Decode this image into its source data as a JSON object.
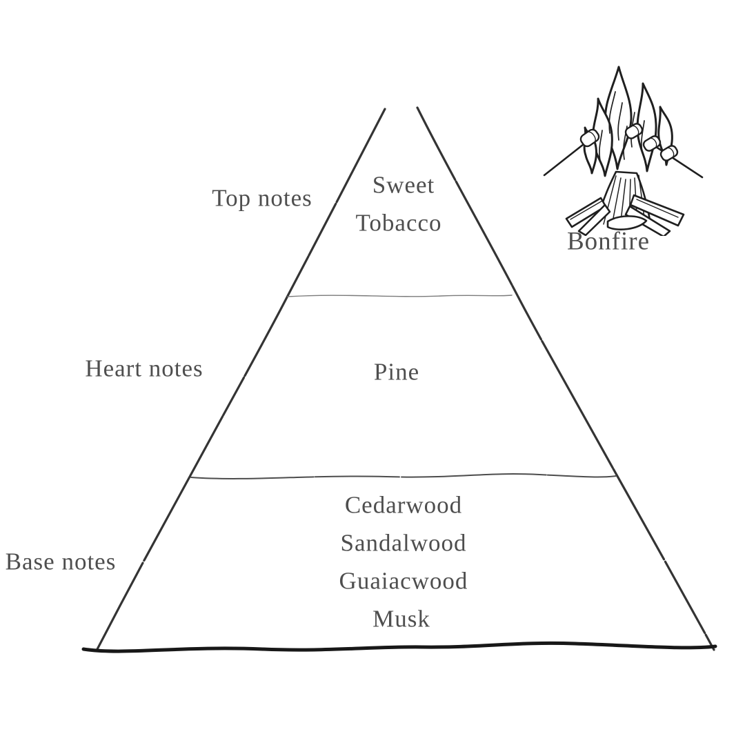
{
  "pyramid": {
    "levels": [
      {
        "label": "Top notes",
        "notes": [
          "Sweet",
          "Tobacco"
        ]
      },
      {
        "label": "Heart notes",
        "notes": [
          "Pine"
        ]
      },
      {
        "label": "Base notes",
        "notes": [
          "Cedarwood",
          "Sandalwood",
          "Guaiacwood",
          "Musk"
        ]
      }
    ]
  },
  "illustration": {
    "label": "Bonfire",
    "icon": "bonfire-campfire-with-marshmallow-skewers"
  },
  "colors": {
    "background": "#ffffff",
    "text_gray": "#4e4e4e",
    "sketch_edge": "#343434",
    "divider_light": "#7a7a7a",
    "divider_mid": "#4c4c4c",
    "baseline_ink": "#181818",
    "illustration_ink": "#1f1f1f"
  }
}
